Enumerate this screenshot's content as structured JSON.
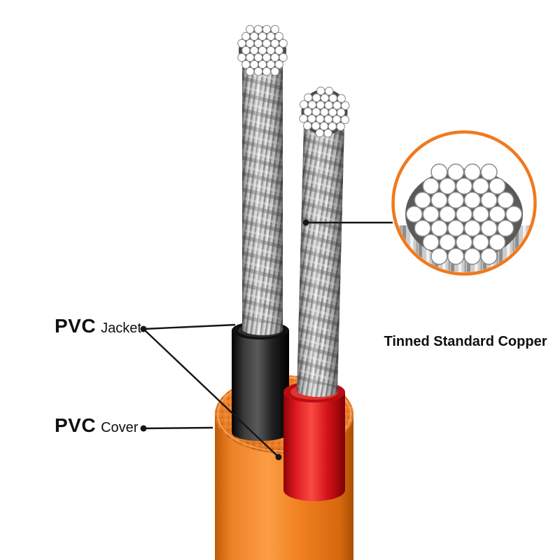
{
  "labels": {
    "jacket": {
      "title": "PVC",
      "sub": "Jacket"
    },
    "cover": {
      "title": "PVC",
      "sub": "Cover"
    }
  },
  "magnifier": {
    "caption": "Tinned Standard Copper"
  },
  "colors": {
    "background": "#ffffff",
    "cover_orange": "#f07c1f",
    "jacket_black": "#1a1a1a",
    "jacket_red": "#df151c",
    "strand_silver": "#d2d2d2",
    "magnifier_ring_orange": "#f0791d",
    "annotation": "#161616",
    "text": "#0f0f0f"
  }
}
